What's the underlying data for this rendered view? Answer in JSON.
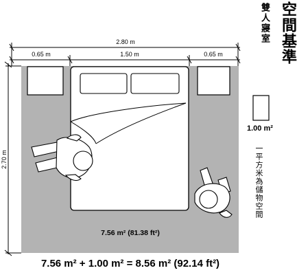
{
  "title": {
    "main": "空間基準",
    "sub": "雙人寢室"
  },
  "dimensions": {
    "total_width": "2.80 m",
    "left_table_width": "0.65 m",
    "bed_width": "1.50 m",
    "right_table_width": "0.65 m",
    "room_depth": "2.70 m"
  },
  "room_area": "7.56 m² (81.38 ft²)",
  "storage": {
    "area": "1.00 m²",
    "note": "一平方米為儲物空間"
  },
  "total_equation": "7.56 m² + 1.00 m² = 8.56 m² (92.14 ft²)",
  "colors": {
    "floor": "#b3b3b3",
    "furniture": "#ffffff",
    "line": "#000000"
  },
  "icons": [
    "person-walking-icon",
    "person-standing-icon",
    "pillow-icon",
    "folded-blanket-icon"
  ]
}
